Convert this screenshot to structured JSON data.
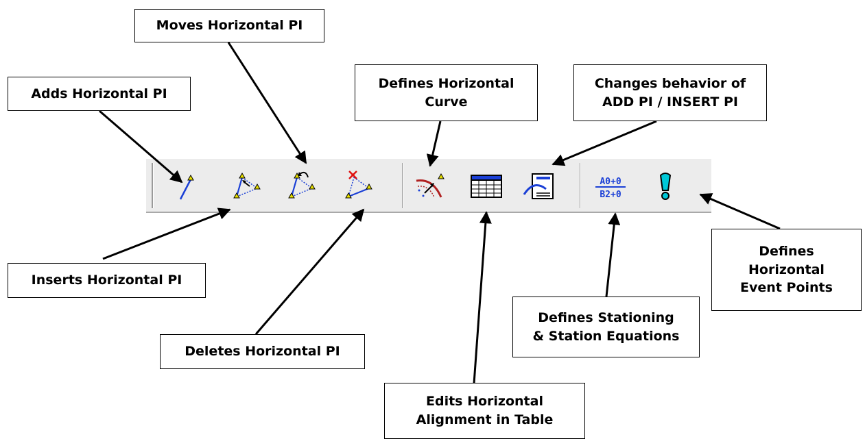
{
  "callouts": {
    "moves_pi": "Moves Horizontal PI",
    "adds_pi": "Adds Horizontal PI",
    "defines_curve": "Defines Horizontal\nCurve",
    "changes_behavior": "Changes behavior of\nADD PI / INSERT PI",
    "inserts_pi": "Inserts Horizontal PI",
    "deletes_pi": "Deletes Horizontal PI",
    "edits_table": "Edits Horizontal\nAlignment in Table",
    "stationing": "Defines Stationing\n& Station Equations",
    "event_points": "Defines\nHorizontal\nEvent Points"
  },
  "toolbar": {
    "station_top_label": "A0+0",
    "station_bottom_label": "B2+0"
  },
  "colors": {
    "toolbar_bg": "#ececec",
    "line_blue": "#1a3fd6",
    "pi_yellow": "#e8e000",
    "delete_red": "#e01010",
    "curve_red": "#b02020",
    "event_cyan": "#00c8d8"
  }
}
